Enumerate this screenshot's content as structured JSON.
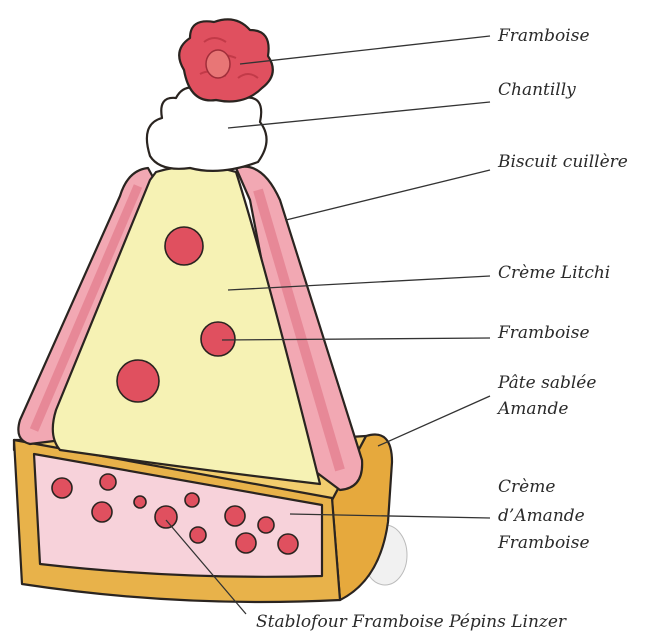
{
  "labels": {
    "framboise_top": "Framboise",
    "chantilly": "Chantilly",
    "biscuit": "Biscuit cuillère",
    "creme_litchi": "Crème Litchi",
    "framboise_mid": "Framboise",
    "pate_line1": "Pâte sablée",
    "pate_line2": "Amande",
    "creme_amande_line1": "Crème",
    "creme_amande_line2": "d’Amande",
    "creme_amande_line3": "Framboise",
    "stablofour": "Stablofour Framboise Pépins Linzer"
  },
  "colors": {
    "raspberry": "#e0505f",
    "raspberry_dark": "#c23a48",
    "cream_litchi": "#f6f2b4",
    "biscuit_pink": "#f2a8b3",
    "biscuit_edge": "#e27a8c",
    "crust": "#e8b24a",
    "crust_light": "#f2cd6e",
    "almond_cream": "#f7d2da",
    "chantilly": "#ffffff"
  }
}
